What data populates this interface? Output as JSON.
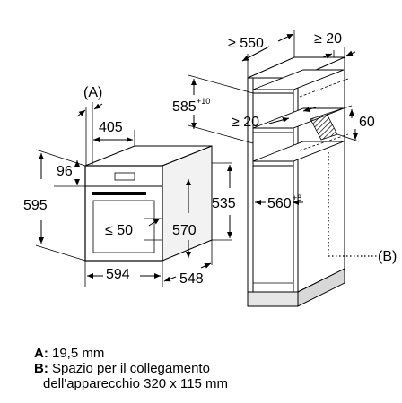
{
  "labels": {
    "a": "A",
    "b": "B",
    "a_paren": "(A)",
    "b_paren": "(B)"
  },
  "dimensions": {
    "d405": "405",
    "d96": "96",
    "d595": "595",
    "d594": "594",
    "d548": "548",
    "d535": "535",
    "d570": "570",
    "d50": "≤ 50",
    "d585": "585",
    "d585_sup": "+10",
    "d550": "≥ 550",
    "d20_top": "≥ 20",
    "d20_mid": "≥ 20",
    "d60": "60",
    "d560": "560",
    "d560_sup": "+8"
  },
  "legend": {
    "a_key": "A:",
    "a_text": "19,5 mm",
    "b_key": "B:",
    "b_text_1": "Spazio per il collegamento",
    "b_text_2": "dell'apparecchio 320 x 115 mm"
  }
}
